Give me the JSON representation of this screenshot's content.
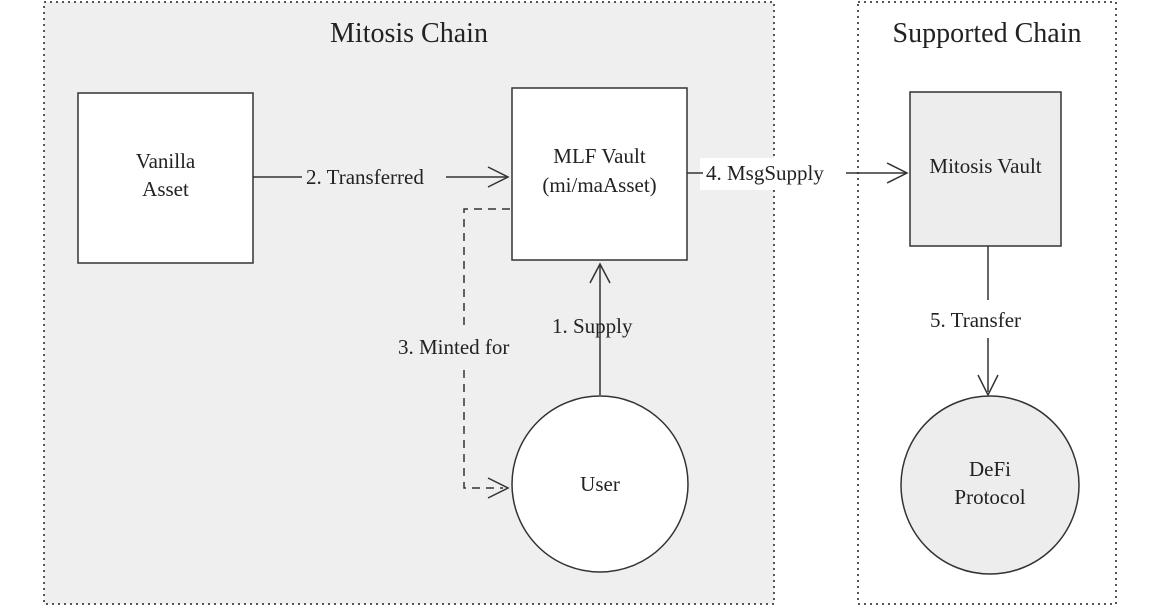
{
  "colors": {
    "panel_fill": "#efefef",
    "panel_border": "#555555",
    "node_fill": "#ffffff",
    "mitosis_vault_fill": "#ededed",
    "line": "#333333",
    "text": "#222222"
  },
  "regions": {
    "mitosis_chain": {
      "title": "Mitosis Chain"
    },
    "supported_chain": {
      "title": "Supported Chain"
    }
  },
  "nodes": {
    "vanilla_asset": {
      "line1": "Vanilla",
      "line2": "Asset",
      "shape": "rectangle"
    },
    "mlf_vault": {
      "line1": "MLF Vault",
      "line2": "(mi/maAsset)",
      "shape": "rectangle"
    },
    "mitosis_vault": {
      "label": "Mitosis Vault",
      "shape": "rectangle"
    },
    "user": {
      "label": "User",
      "shape": "circle"
    },
    "defi_protocol": {
      "line1": "DeFi",
      "line2": "Protocol",
      "shape": "circle"
    }
  },
  "edges": {
    "supply": {
      "label": "1. Supply",
      "from": "User",
      "to": "MLF Vault",
      "style": "solid"
    },
    "transferred": {
      "label": "2. Transferred",
      "from": "Vanilla Asset",
      "to": "MLF Vault",
      "style": "solid"
    },
    "minted_for": {
      "label": "3. Minted for",
      "from": "MLF Vault",
      "to": "User",
      "style": "dashed"
    },
    "msg_supply": {
      "label": "4. MsgSupply",
      "from": "MLF Vault",
      "to": "Mitosis Vault",
      "style": "solid"
    },
    "transfer": {
      "label": "5. Transfer",
      "from": "Mitosis Vault",
      "to": "DeFi Protocol",
      "style": "solid"
    }
  }
}
